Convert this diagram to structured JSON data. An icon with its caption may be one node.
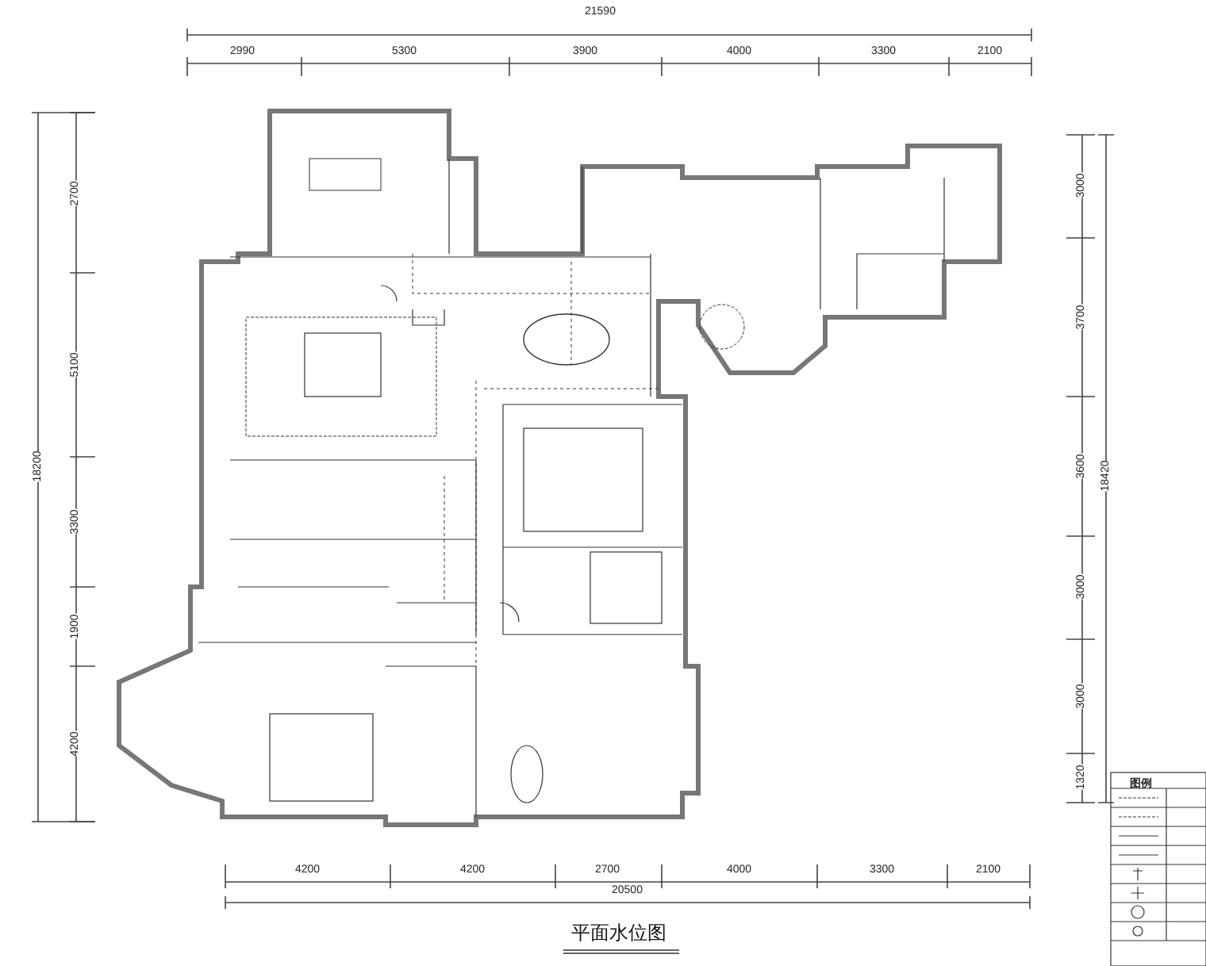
{
  "diagram": {
    "title": "平面水位图",
    "labels": [
      "21590",
      "2990",
      "5300",
      "3900",
      "4000",
      "3300",
      "2100",
      "18200",
      "2700",
      "5100",
      "3300",
      "1900",
      "4200",
      "3000",
      "3700",
      "3600",
      "3000",
      "3000",
      "1320",
      "18420",
      "4200",
      "4200",
      "2700",
      "4000",
      "3300",
      "2100",
      "20500",
      "图例"
    ]
  }
}
